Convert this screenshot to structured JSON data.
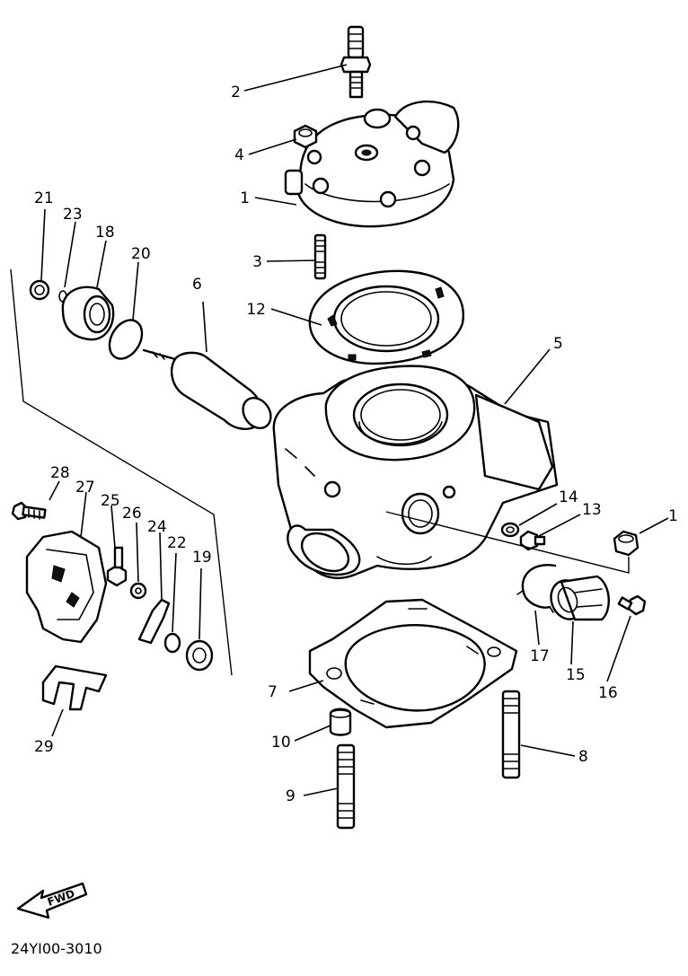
{
  "callouts": {
    "c1a": "1",
    "c2": "2",
    "c3": "3",
    "c4": "4",
    "c5": "5",
    "c6": "6",
    "c7": "7",
    "c8": "8",
    "c9": "9",
    "c10": "10",
    "c12": "12",
    "c13": "13",
    "c14": "14",
    "c15": "15",
    "c16": "16",
    "c17": "17",
    "c18": "18",
    "c19": "19",
    "c20": "20",
    "c21": "21",
    "c22": "22",
    "c23": "23",
    "c24": "24",
    "c25": "25",
    "c26": "26",
    "c27": "27",
    "c28": "28",
    "c29": "29",
    "c1b": "1"
  },
  "fwd_label": "FWD",
  "diagram_code": "24YI00-3010"
}
